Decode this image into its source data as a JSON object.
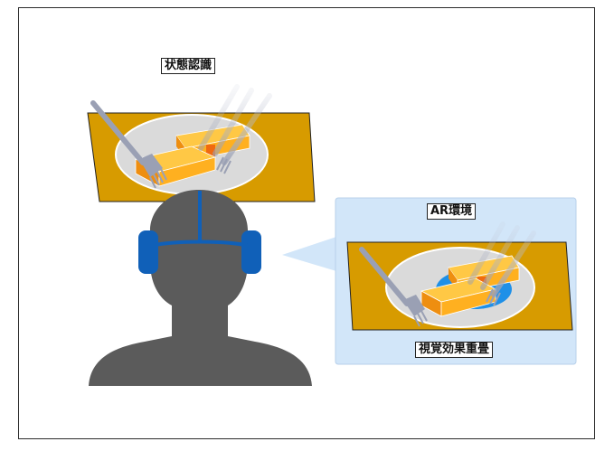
{
  "labels": {
    "state_recognition": "状態認識",
    "ar_environment": "AR環境",
    "visual_effect_overlay": "視覚効果重畳"
  },
  "colors": {
    "table": "#D79B00",
    "plate": "#DADADA",
    "food_orange": "#FFB020",
    "food_top": "#FFC845",
    "food_side": "#EE8E10",
    "head": "#5B5B5B",
    "hmd_blue": "#1060B8",
    "panel_bg": "#D2E6F9",
    "highlight_blue": "#1E90E8",
    "fork": "#9AA0B4"
  },
  "icons": {
    "head": "user-head-silhouette",
    "hmd": "head-mounted-display",
    "fork": "fork-icon"
  }
}
